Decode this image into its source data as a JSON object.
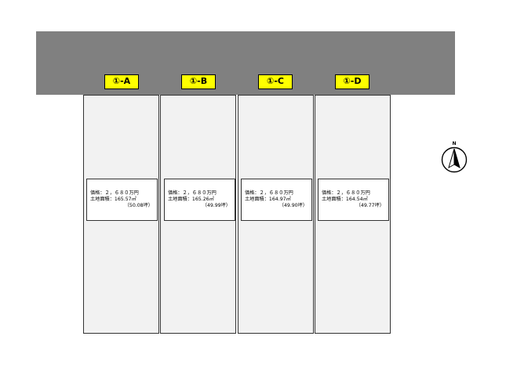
{
  "lots": [
    {
      "label": "①-A",
      "price": "価格：２，６８０万円",
      "area": "土地面積：165.57㎡",
      "tsubo": "（50.08坪）"
    },
    {
      "label": "①-B",
      "price": "価格：２，６８０万円",
      "area": "土地面積：165.26㎡",
      "tsubo": "（49.99坪）"
    },
    {
      "label": "①-C",
      "price": "価格：２，６８０万円",
      "area": "土地面積：164.97㎡",
      "tsubo": "（49.90坪）"
    },
    {
      "label": "①-D",
      "price": "価格：２，６８０万円",
      "area": "土地面積：164.54㎡",
      "tsubo": "（49.77坪）"
    }
  ],
  "compass": {
    "label": "N"
  },
  "colors": {
    "road": "#808080",
    "lot": "#f2f2f2",
    "label_bg": "#ffff00"
  }
}
